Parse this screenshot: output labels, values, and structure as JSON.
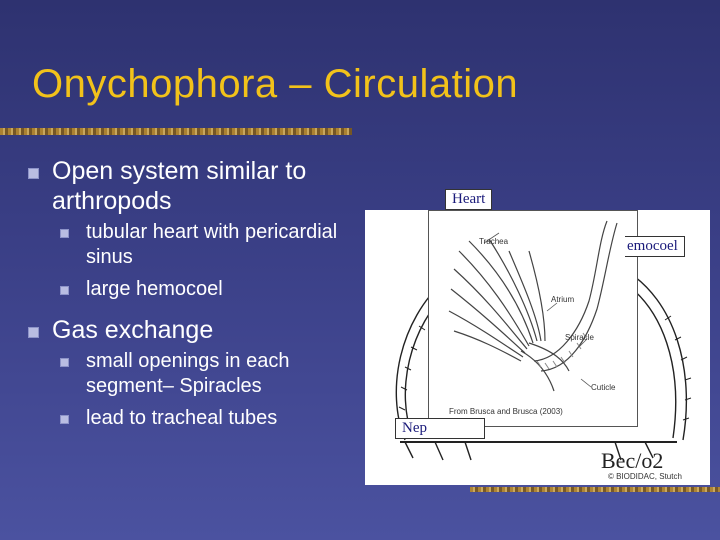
{
  "title": "Onychophora – Circulation",
  "bullets": [
    {
      "text": "Open system similar to arthropods",
      "sub": [
        "tubular heart with pericardial sinus",
        "large hemocoel"
      ]
    },
    {
      "text": "Gas exchange",
      "sub": [
        "small openings in each segment– Spiracles",
        "lead to tracheal tubes"
      ]
    }
  ],
  "figure": {
    "label_heart": "Heart",
    "label_hemocoel": "emocoel",
    "label_nephridium": "Nep",
    "inset_labels": {
      "trachea": "Trachea",
      "atrium": "Atrium",
      "spiracle": "Spiracle",
      "cuticle": "Cuticle"
    },
    "inset_credit": "From Brusca and Brusca (2003)",
    "signature": "Bec/o2",
    "copyright": "© BIODIDAC, Stutch"
  },
  "colors": {
    "background": "#353a7c",
    "title": "#f2c21a",
    "text": "#ffffff",
    "label_text": "#1a1a7a"
  }
}
